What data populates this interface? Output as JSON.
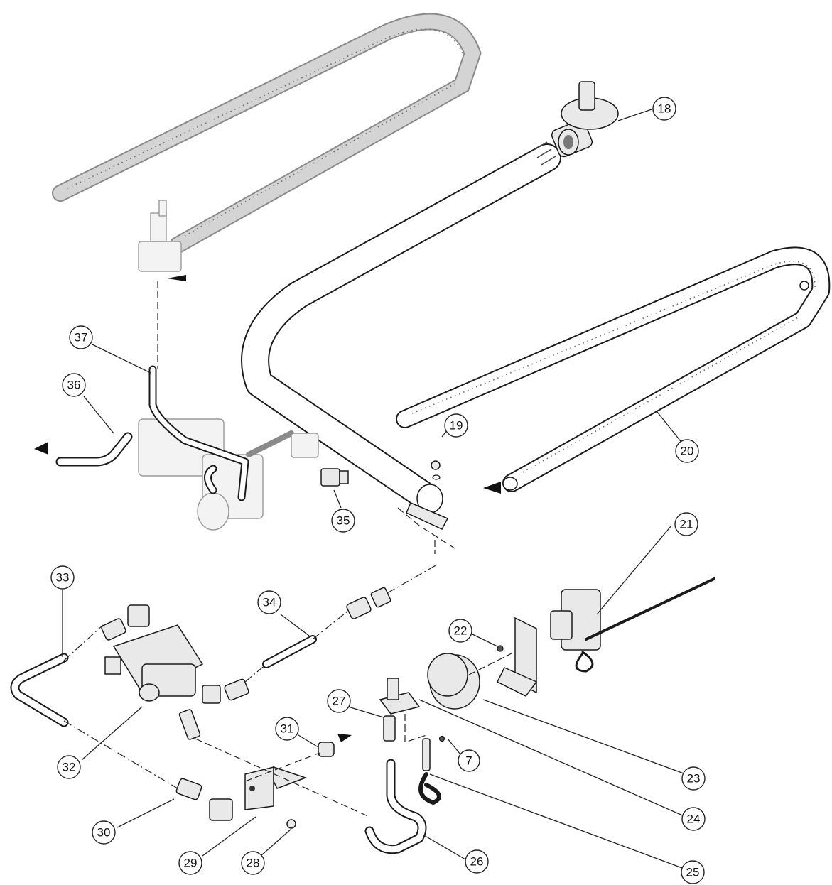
{
  "callouts": [
    {
      "id": "7",
      "label": "7"
    },
    {
      "id": "18",
      "label": "18"
    },
    {
      "id": "19",
      "label": "19"
    },
    {
      "id": "20",
      "label": "20"
    },
    {
      "id": "21",
      "label": "21"
    },
    {
      "id": "22",
      "label": "22"
    },
    {
      "id": "23",
      "label": "23"
    },
    {
      "id": "24",
      "label": "24"
    },
    {
      "id": "25",
      "label": "25"
    },
    {
      "id": "26",
      "label": "26"
    },
    {
      "id": "27",
      "label": "27"
    },
    {
      "id": "28",
      "label": "28"
    },
    {
      "id": "29",
      "label": "29"
    },
    {
      "id": "30",
      "label": "30"
    },
    {
      "id": "31",
      "label": "31"
    },
    {
      "id": "32",
      "label": "32"
    },
    {
      "id": "33",
      "label": "33"
    },
    {
      "id": "34",
      "label": "34"
    },
    {
      "id": "35",
      "label": "35"
    },
    {
      "id": "36",
      "label": "36"
    },
    {
      "id": "37",
      "label": "37"
    }
  ]
}
